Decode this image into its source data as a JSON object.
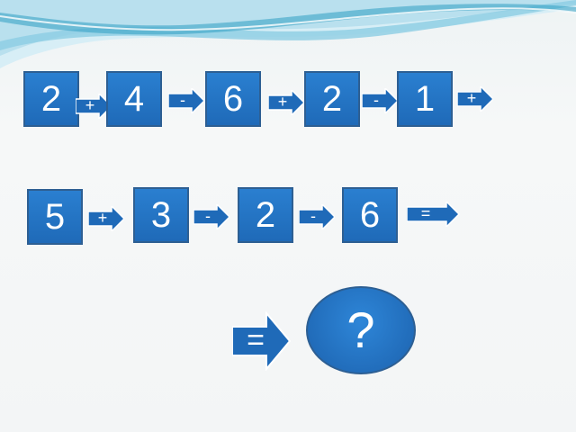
{
  "row1": {
    "numbers": [
      "2",
      "4",
      "6",
      "2",
      "1"
    ],
    "operators": [
      "+",
      "-",
      "+",
      "-",
      "+"
    ]
  },
  "row2": {
    "numbers": [
      "5",
      "3",
      "2",
      "6"
    ],
    "operators": [
      "+",
      "-",
      "-",
      "="
    ]
  },
  "result": {
    "operator": "=",
    "answer": "?"
  },
  "colors": {
    "box_fill": "#1f6ab8",
    "box_border": "#2d5f93",
    "arrow_fill": "#1f6ab8",
    "wave_light": "#bfe3f0",
    "wave_dark": "#2f9ec2"
  }
}
